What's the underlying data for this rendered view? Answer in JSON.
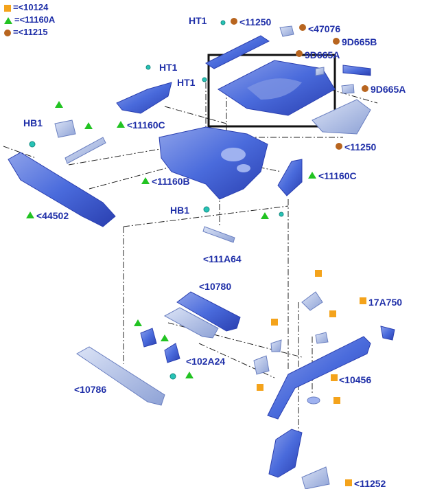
{
  "legend": [
    {
      "symbol": "square",
      "text": "=<10124"
    },
    {
      "symbol": "triangle",
      "text": "=<11160A"
    },
    {
      "symbol": "circle",
      "text": "=<11215"
    }
  ],
  "labels": {
    "ht1_top": "HT1",
    "c11250_top": "<11250",
    "c47076": "<47076",
    "c9d665b": "9D665B",
    "c9d665a_top": "9D665A",
    "c9d665a_right": "9D665A",
    "ht1_left": "HT1",
    "ht1_mid": "HT1",
    "hb1_left": "HB1",
    "c11160c_left": "<11160C",
    "c11250_bottom": "<11250",
    "c11160b": "<11160B",
    "c11160c_right": "<11160C",
    "c44502": "<44502",
    "hb1_mid": "HB1",
    "c111a64": "<111A64",
    "c10780": "<10780",
    "c17a750": "17A750",
    "c102a24": "<102A24",
    "c10456": "<10456",
    "c10786": "<10786",
    "c11252": "<11252"
  },
  "colors": {
    "label_text": "#1f2fa8",
    "part_fill": "#4a6bdc",
    "part_dark": "#2a3fb0",
    "part_light": "#a9b9e6",
    "square": "#f4a31b",
    "triangle": "#22c322",
    "circle": "#b8651f",
    "fastener": "#27c3b6"
  }
}
